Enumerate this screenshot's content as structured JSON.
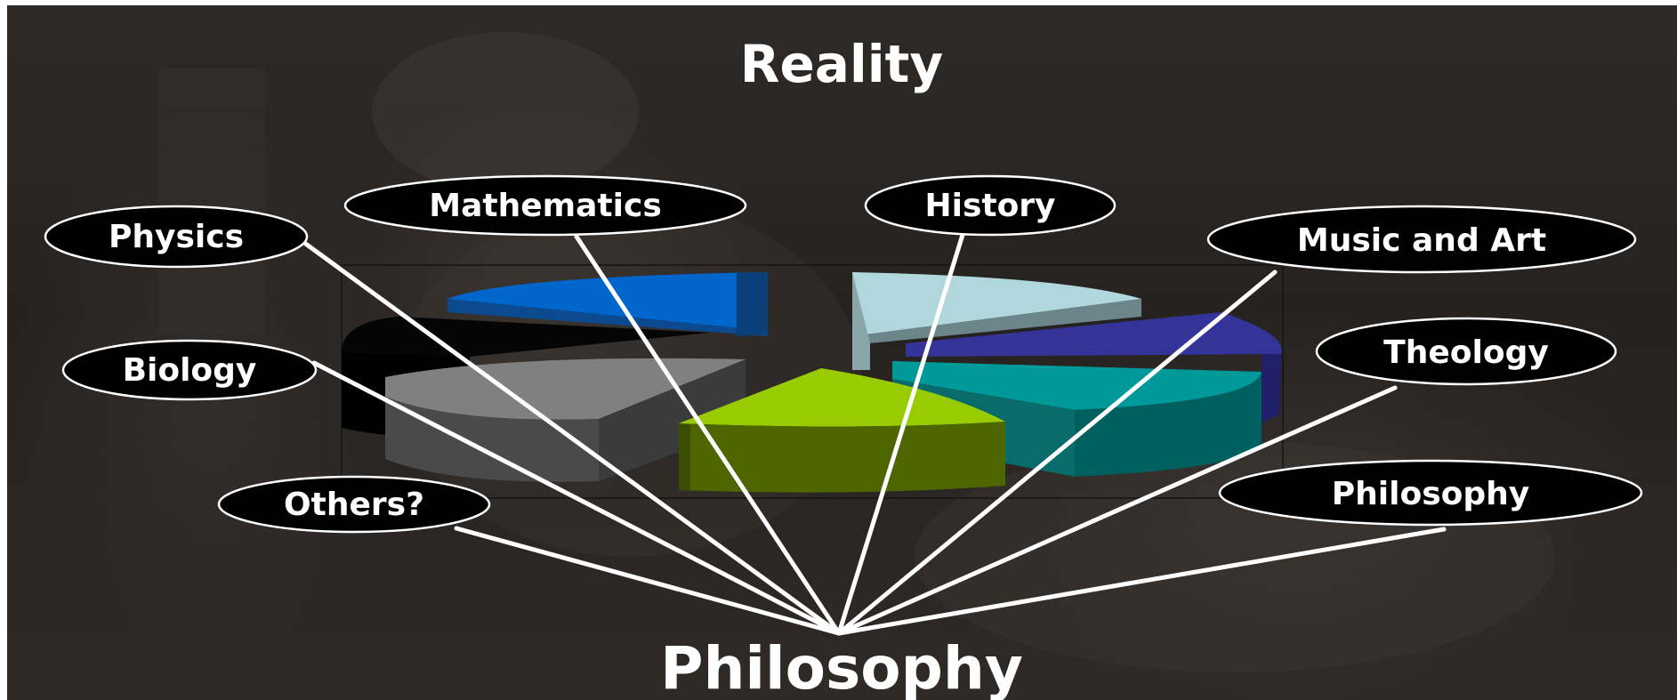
{
  "title": "Reality",
  "bottom_label": "Philosophy",
  "bubbles": [
    "Physics",
    "Mathematics",
    "History",
    "Music and Art",
    "Biology",
    "Theology",
    "Others?",
    "Philosophy"
  ],
  "chart_data": {
    "type": "pie",
    "style": "exploded-3d",
    "slice_colors": [
      "#0066cc",
      "#b0d8dc",
      "#33339a",
      "#009999",
      "#99cc00",
      "#808080",
      "#000000"
    ]
  }
}
